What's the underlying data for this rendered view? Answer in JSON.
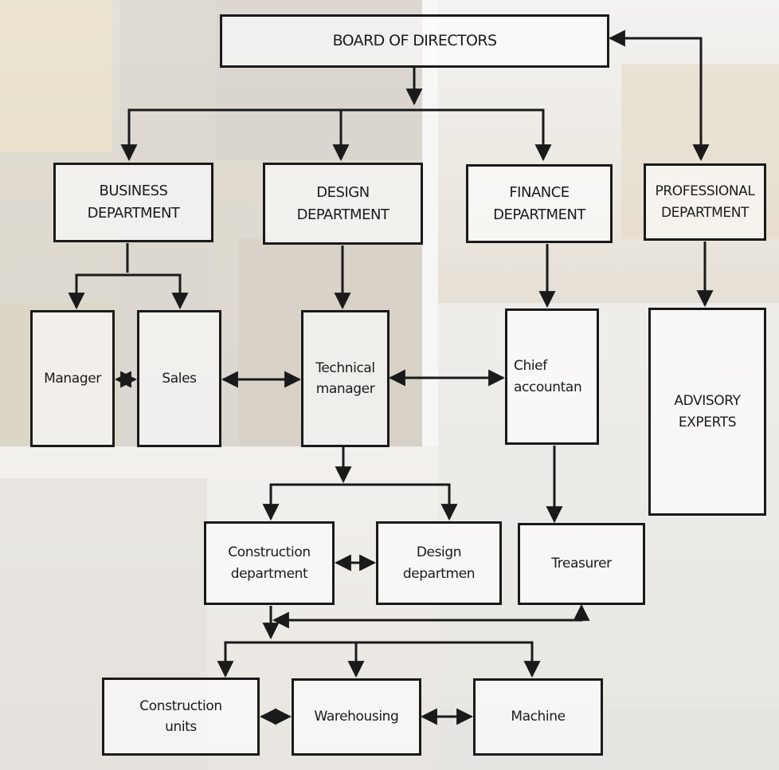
{
  "board": {
    "label": "BOARD OF DIRECTORS"
  },
  "departments": {
    "business": [
      "BUSINESS",
      "DEPARTMENT"
    ],
    "design": [
      "DESIGN",
      "DEPARTMENT"
    ],
    "finance": [
      "FINANCE",
      "DEPARTMENT"
    ],
    "professional": [
      "PROFESSIONAL",
      "DEPARTMENT"
    ]
  },
  "units": {
    "manager": "Manager",
    "sales": "Sales",
    "technical_manager": [
      "Technical",
      "manager"
    ],
    "chief_accountant": [
      "Chief",
      "accountan"
    ],
    "advisory_experts": [
      "ADVISORY",
      "EXPERTS"
    ],
    "construction_department": [
      "Construction",
      "department"
    ],
    "design_department": [
      "Design",
      "departmen"
    ],
    "treasurer": "Treasurer",
    "construction_units": [
      "Construction",
      "units"
    ],
    "warehousing": "Warehousing",
    "machine": "Machine"
  },
  "colors": {
    "line": "#1a1a1a",
    "box_border": "#1a1a1a"
  }
}
